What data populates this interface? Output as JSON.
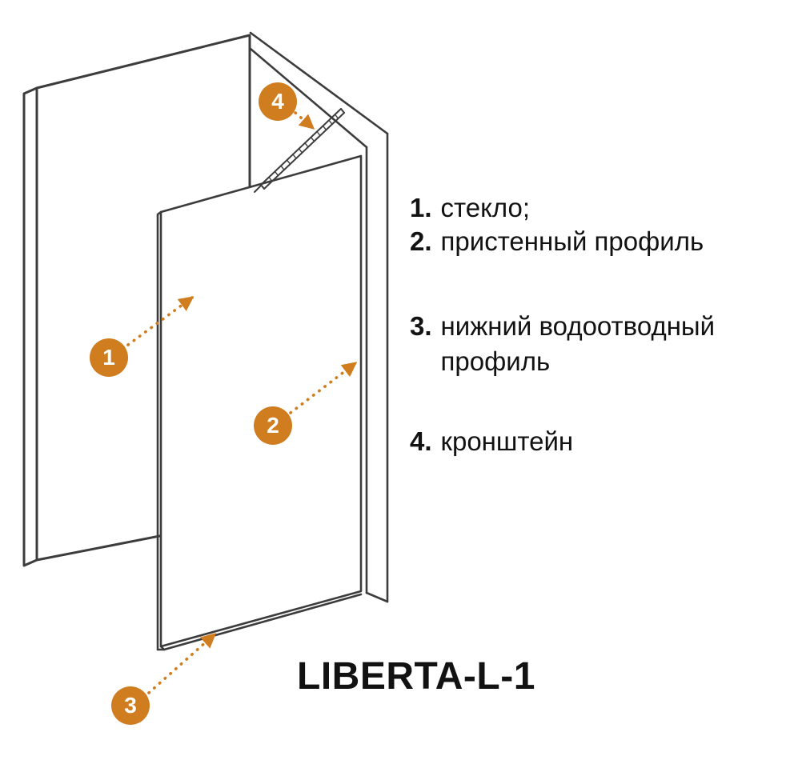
{
  "title": "LIBERTA-L-1",
  "colors": {
    "accent": "#cf7d1e",
    "line": "#3c3c3c",
    "text": "#121212",
    "background": "#ffffff"
  },
  "diagram": {
    "callouts": [
      {
        "number": "1",
        "target": "glass-panel"
      },
      {
        "number": "2",
        "target": "wall-profile"
      },
      {
        "number": "3",
        "target": "bottom-drain-profile"
      },
      {
        "number": "4",
        "target": "bracket"
      }
    ]
  },
  "legend": {
    "items": [
      {
        "number": "1.",
        "label": "стекло;"
      },
      {
        "number": "2.",
        "label": "пристенный профиль"
      },
      {
        "number": "3.",
        "label": "нижний водоотводный профиль"
      },
      {
        "number": "4.",
        "label": "кронштейн"
      }
    ]
  }
}
